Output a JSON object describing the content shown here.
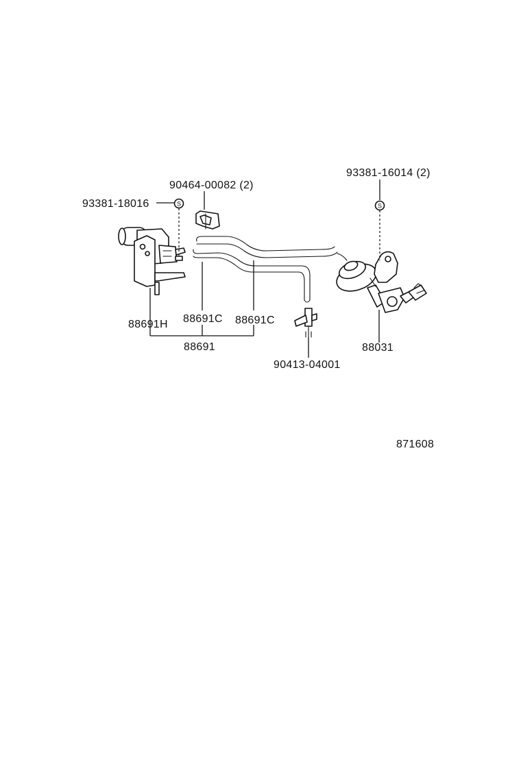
{
  "labels": {
    "bolt_right": "93381-16014 (2)",
    "clip_top": "90464-00082 (2)",
    "bolt_left": "93381-18016",
    "vsv": "88691H",
    "hose_a": "88691C",
    "hose_b": "88691C",
    "hose_assy": "88691",
    "joint": "90413-04001",
    "actuator": "88031",
    "diagram_no": "871608"
  },
  "symbols": {
    "standard_part": "S"
  }
}
